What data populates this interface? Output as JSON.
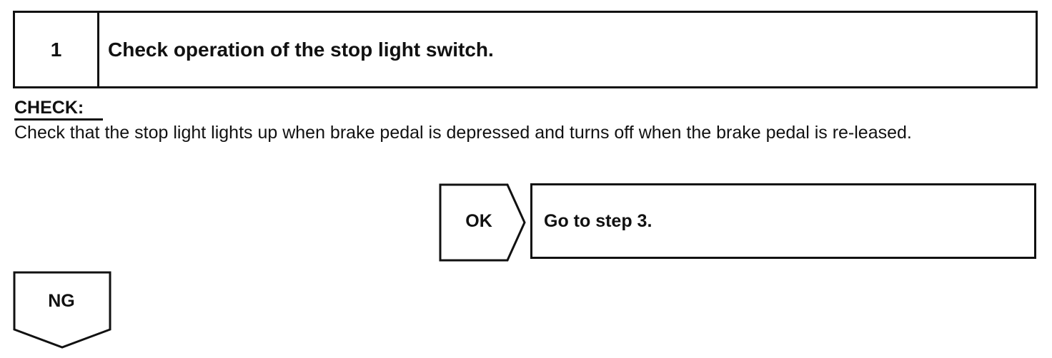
{
  "step": {
    "number": "1",
    "title": "Check operation of the stop light switch."
  },
  "check": {
    "heading": "CHECK:",
    "text": "Check that the stop light lights up when brake pedal is depressed and turns off when the brake pedal is re-leased."
  },
  "ok_branch": {
    "label": "OK",
    "action": "Go to step 3."
  },
  "ng_branch": {
    "label": "NG"
  }
}
